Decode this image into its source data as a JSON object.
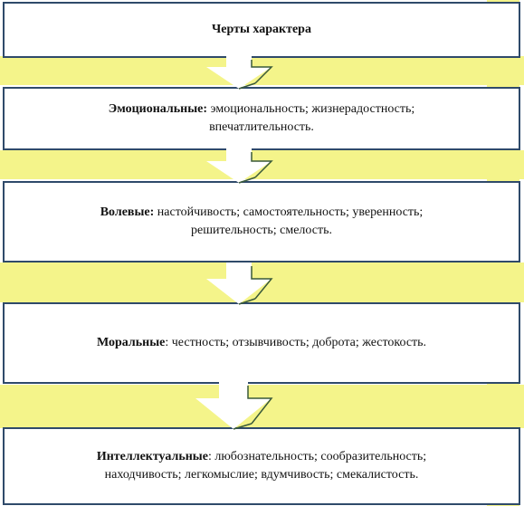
{
  "title": "Черты характера",
  "categories": [
    {
      "label": "Эмоциональные:",
      "line1": "эмоциональность; жизнерадостность;",
      "line2": "впечатлительность."
    },
    {
      "label": "Волевые:",
      "line1": "настойчивость; самостоятельность; уверенность;",
      "line2": "решительность; смелость."
    },
    {
      "label": "Моральные",
      "line1": ": честность; отзывчивость; доброта; жестокость.",
      "line2": ""
    },
    {
      "label": "Интеллектуальные",
      "line1": ": любознательность; сообразительность;",
      "line2": "находчивость; легкомыслие; вдумчивость; смекалистость."
    }
  ],
  "colors": {
    "band": "#f4f48a",
    "border": "#2f4a6a",
    "arrow_fill": "#ffffff"
  }
}
